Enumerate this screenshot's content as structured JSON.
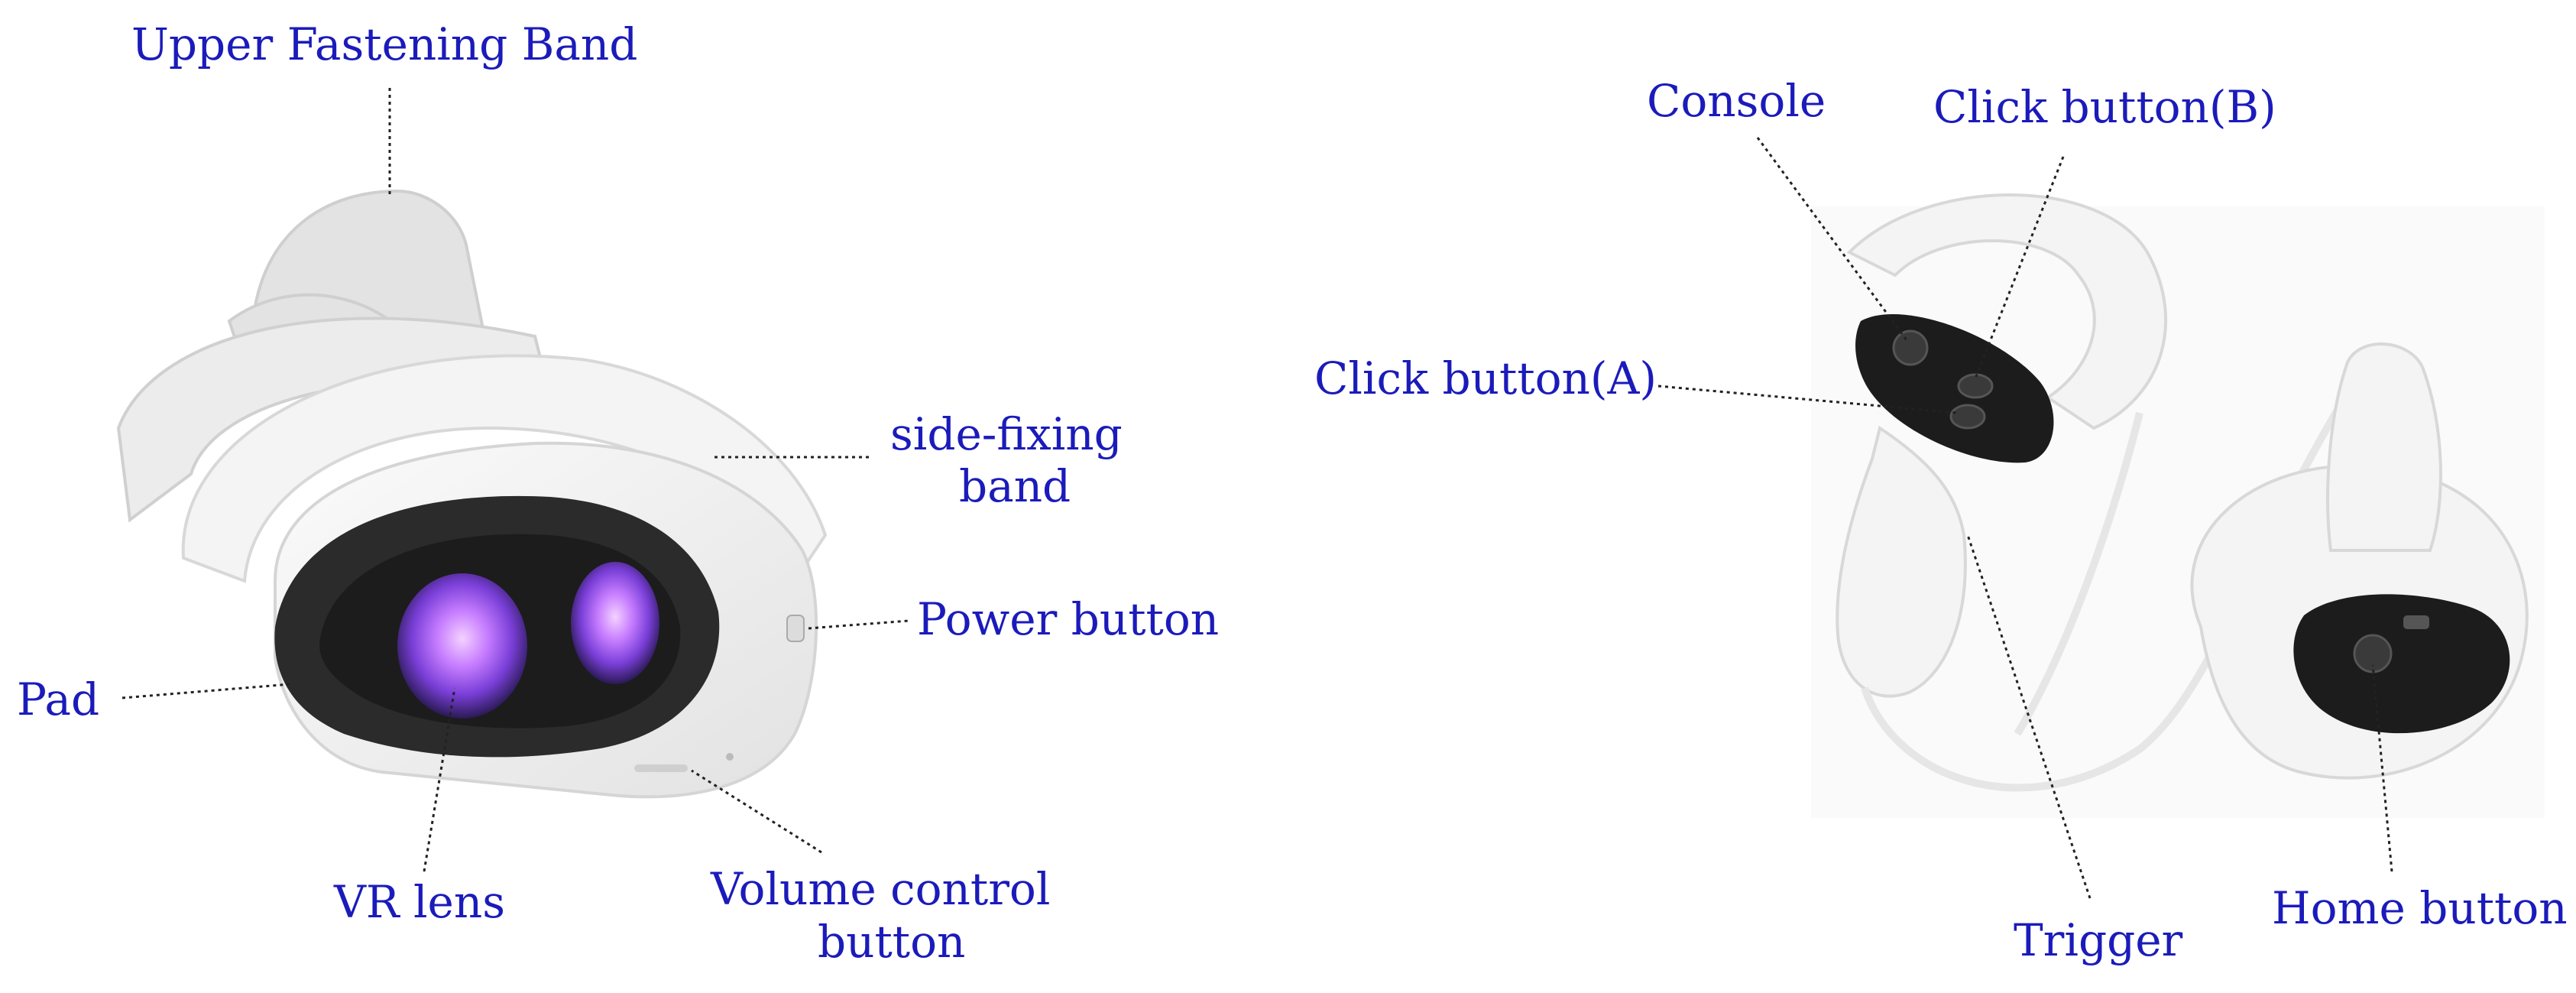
{
  "headset_labels": {
    "upper_band": "Upper Fastening Band",
    "side_band_line1": "side-fixing",
    "side_band_line2": "band",
    "power": "Power button",
    "pad": "Pad",
    "lens": "VR lens",
    "volume_line1": "Volume control",
    "volume_line2": "button"
  },
  "controller_labels": {
    "console": "Console",
    "button_b": "Click button(B)",
    "button_a": "Click button(A)",
    "trigger": "Trigger",
    "home": "Home button"
  },
  "colors": {
    "label_text": "#1b1bbb",
    "device_body": "#f4f4f4",
    "lens_glow": "#c77dff"
  }
}
